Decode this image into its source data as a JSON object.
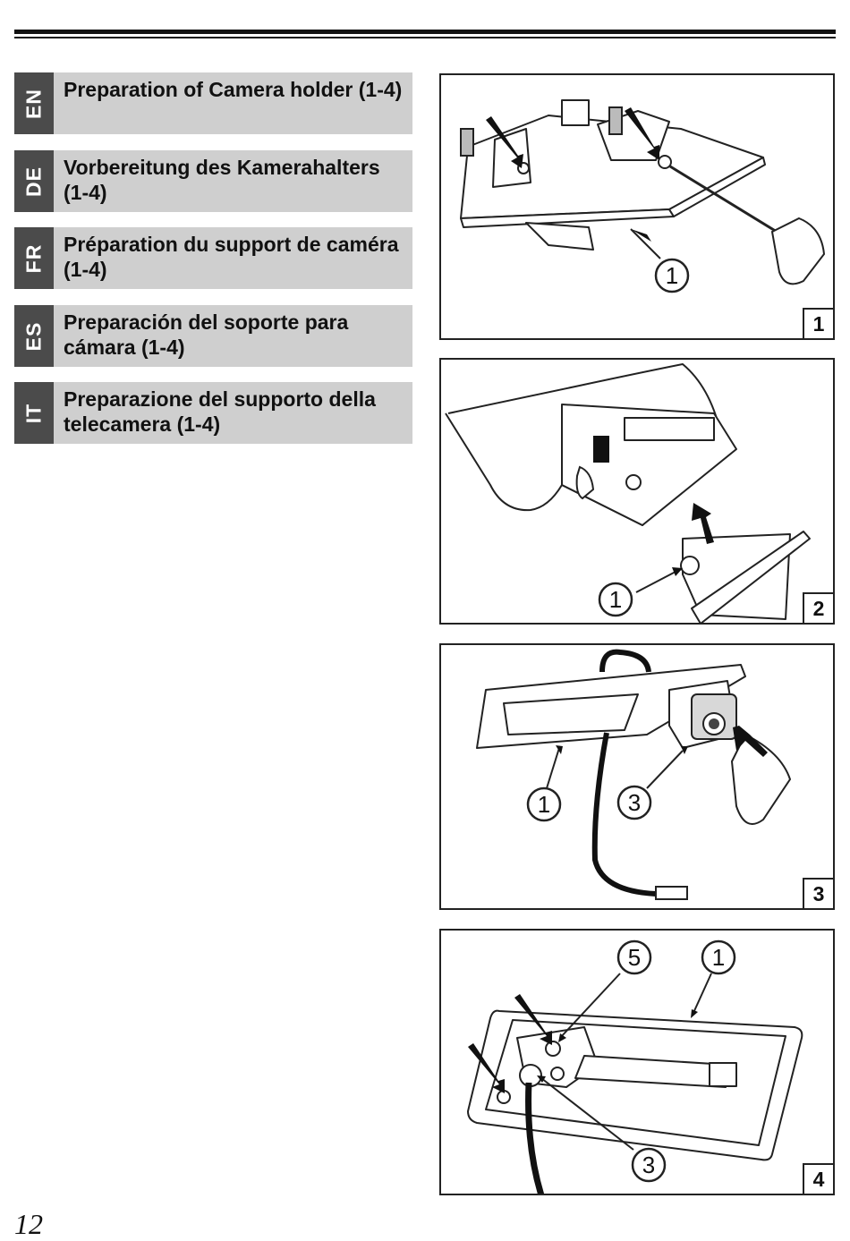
{
  "sections": [
    {
      "lang": "EN",
      "title": "Preparation of Camera holder (1-4)"
    },
    {
      "lang": "DE",
      "title": "Vorbereitung des Kamerahalters (1-4)"
    },
    {
      "lang": "FR",
      "title": "Préparation du support de caméra (1-4)"
    },
    {
      "lang": "ES",
      "title": "Preparación del soporte para cámara (1-4)"
    },
    {
      "lang": "IT",
      "title": "Preparazione del supporto della telecamera (1-4)"
    }
  ],
  "figures": [
    {
      "number": "1",
      "callouts": [
        "1"
      ]
    },
    {
      "number": "2",
      "callouts": [
        "1"
      ]
    },
    {
      "number": "3",
      "callouts": [
        "1",
        "3"
      ]
    },
    {
      "number": "4",
      "callouts": [
        "5",
        "1",
        "3"
      ]
    }
  ],
  "page_number": "12"
}
